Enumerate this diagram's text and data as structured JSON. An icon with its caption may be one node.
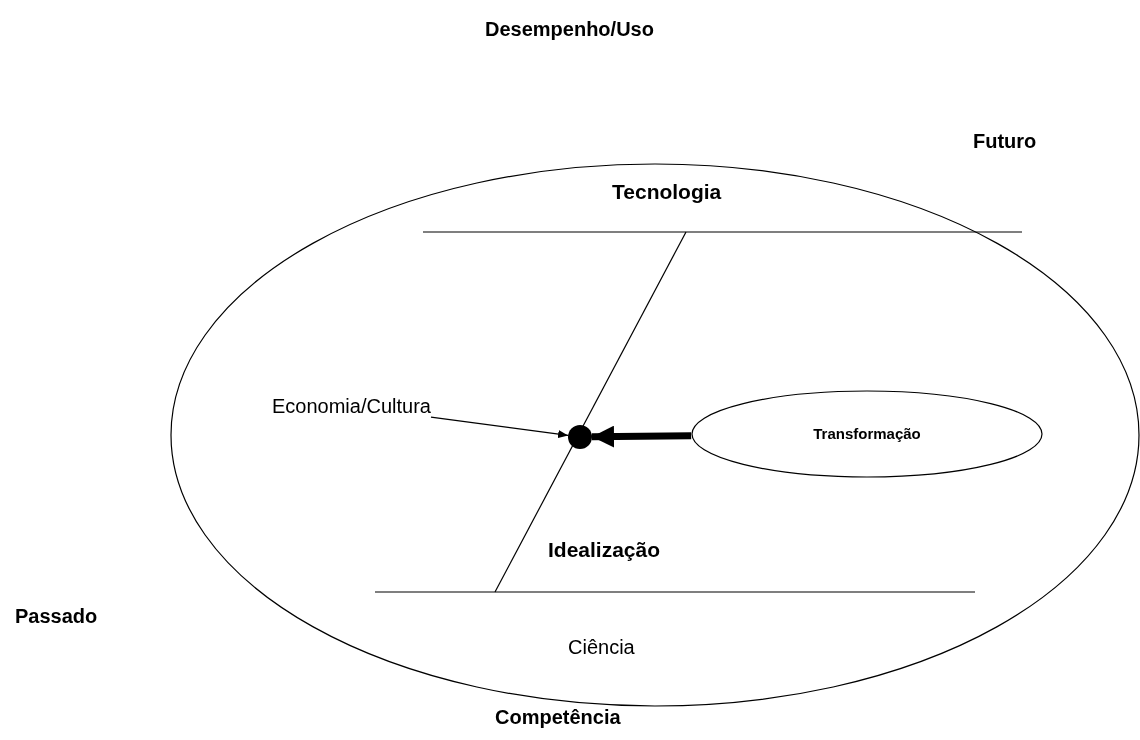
{
  "diagram": {
    "nodes": [
      {
        "text": [
          "Economia/Cultura"
        ]
      },
      {
        "text": [],
        "shape": "circle"
      },
      {
        "text": [
          "Transformação"
        ]
      }
    ],
    "edges": [
      {
        "from": 0,
        "to": 1,
        "arrow": "to"
      },
      {
        "from": 2,
        "to": 1,
        "arrow": "to",
        "style": "thick"
      }
    ],
    "labels": [
      "Desempenho/Uso",
      "Futuro",
      "Tecnologia",
      "Idealização",
      "Passado",
      "Ciência",
      "Competência"
    ]
  }
}
